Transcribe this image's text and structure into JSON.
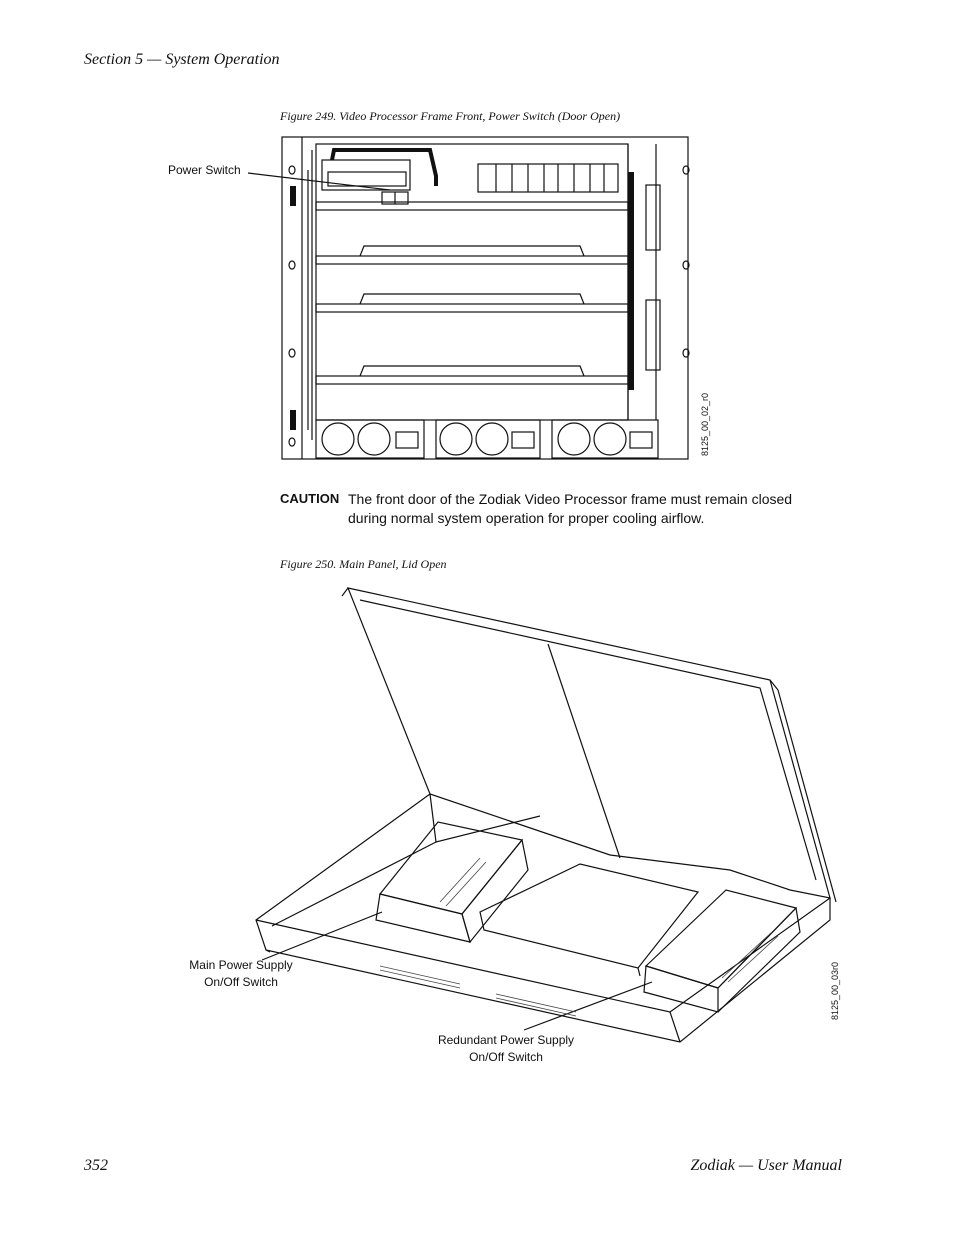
{
  "header": {
    "section": "Section 5 — System Operation"
  },
  "figure249": {
    "caption": "Figure 249.  Video Processor Frame Front, Power Switch (Door Open)",
    "callout_power_switch": "Power Switch",
    "drawing_id": "8125_00_02_r0"
  },
  "caution": {
    "label": "CAUTION",
    "text": "The front door of the Zodiak Video Processor frame must remain closed during normal system operation for proper cooling airflow."
  },
  "figure250": {
    "caption": "Figure 250.  Main Panel, Lid Open",
    "callout_main_line1": "Main Power Supply",
    "callout_main_line2": "On/Off Switch",
    "callout_redundant_line1": "Redundant Power Supply",
    "callout_redundant_line2": "On/Off Switch",
    "drawing_id": "8125_00_03r0"
  },
  "footer": {
    "page_number": "352",
    "manual_title": "Zodiak — User Manual"
  }
}
